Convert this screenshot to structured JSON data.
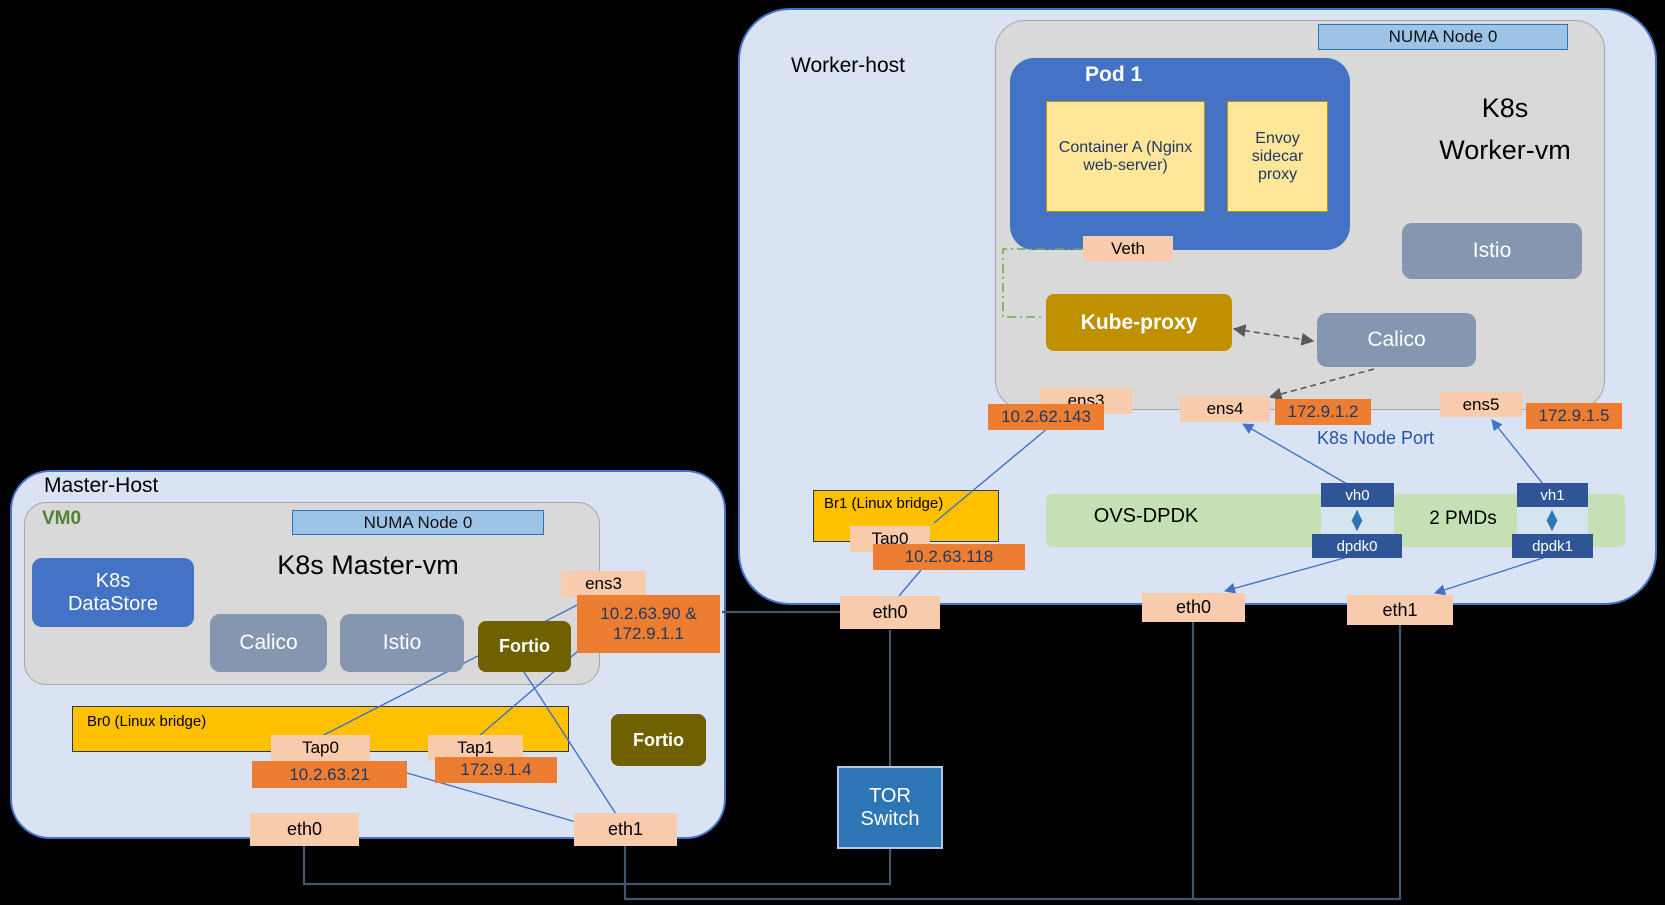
{
  "colors": {
    "host_fill": "#dae3f3",
    "host_border": "#4472c4",
    "accent_orange": "#ed7d31",
    "accent_peach": "#f8cbad",
    "bridge_gold": "#ffc000",
    "node_blue": "#2f5597",
    "ovs_green": "#c5e0b4"
  },
  "master_host": {
    "label": "Master-Host",
    "vm0": {
      "label": "VM0",
      "numa_badge": "NUMA Node 0",
      "title": "K8s Master-vm",
      "datastore_label": "K8s\nDataStore",
      "calico_label": "Calico",
      "istio_label": "Istio",
      "fortio_label": "Fortio"
    },
    "ens3_label": "ens3",
    "ens3_ip": "10.2.63.90 &\n172.9.1.1",
    "br0_label": "Br0 (Linux bridge)",
    "tap0_label": "Tap0",
    "tap0_ip": "10.2.63.21",
    "tap1_label": "Tap1",
    "tap1_ip": "172.9.1.4",
    "fortio_label": "Fortio",
    "eth0_label": "eth0",
    "eth1_label": "eth1"
  },
  "worker_host": {
    "label": "Worker-host",
    "vm": {
      "numa_badge": "NUMA Node 0",
      "title": "K8s\nWorker-vm",
      "pod": {
        "label": "Pod 1",
        "container_a_label": "Container A (Nginx web-server)",
        "envoy_label": "Envoy sidecar proxy"
      },
      "veth_label": "Veth",
      "kube_proxy_label": "Kube-proxy",
      "calico_label": "Calico",
      "istio_label": "Istio",
      "ens3_label": "ens3",
      "ens3_ip": "10.2.62.143",
      "ens4_label": "ens4",
      "ens4_ip": "172.9.1.2",
      "node_port_label": "K8s Node Port",
      "ens5_label": "ens5",
      "ens5_ip": "172.9.1.5"
    },
    "br1_label": "Br1 (Linux bridge)",
    "tap0_label": "Tap0",
    "tap0_ip": "10.2.63.118",
    "ovs": {
      "label": "OVS-DPDK",
      "pmds_label": "2 PMDs",
      "vh0_label": "vh0",
      "vh1_label": "vh1",
      "dpdk0_label": "dpdk0",
      "dpdk1_label": "dpdk1"
    },
    "eth0_left_label": "eth0",
    "eth0_mid_label": "eth0",
    "eth1_label": "eth1"
  },
  "tor_switch_label": "TOR Switch"
}
